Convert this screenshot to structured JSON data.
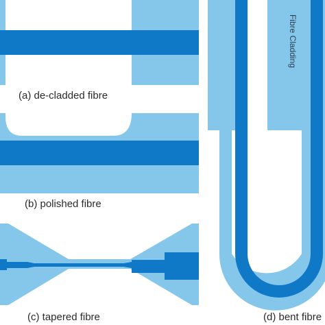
{
  "panels": {
    "a": {
      "caption": "(a) de-cladded fibre"
    },
    "b": {
      "caption": "(b) polished fibre"
    },
    "c": {
      "caption": "(c) tapered fibre"
    },
    "d": {
      "caption": "(d) bent fibre",
      "cladding_label": "Fibre Cladding"
    }
  },
  "colors": {
    "cladding": "#85c7ea",
    "core": "#0f79c8",
    "background": "#ffffff"
  }
}
